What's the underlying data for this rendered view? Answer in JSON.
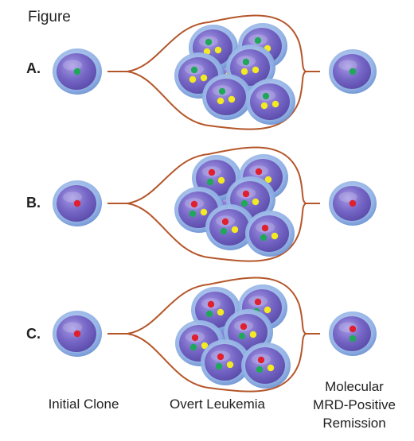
{
  "title": "Figure",
  "rows": [
    {
      "label": "A.",
      "initial": [
        "green"
      ],
      "leukemia": [
        [
          "green",
          "yellow",
          "yellow"
        ],
        [
          "green",
          "yellow",
          "yellow"
        ],
        [
          "green",
          "yellow",
          "yellow"
        ],
        [
          "green",
          "yellow",
          "yellow"
        ],
        [
          "green",
          "yellow",
          "yellow"
        ],
        [
          "green",
          "yellow",
          "yellow"
        ],
        [
          "green",
          "yellow",
          "yellow"
        ]
      ],
      "remission": [
        "green"
      ]
    },
    {
      "label": "B.",
      "initial": [
        "red"
      ],
      "leukemia": [
        [
          "red",
          "green",
          "yellow"
        ],
        [
          "red",
          "green",
          "yellow"
        ],
        [
          "red",
          "green",
          "yellow"
        ],
        [
          "red",
          "green",
          "yellow"
        ],
        [
          "red",
          "green",
          "yellow"
        ],
        [
          "red",
          "green",
          "yellow"
        ],
        [
          "red",
          "green",
          "yellow"
        ]
      ],
      "remission": [
        "red"
      ]
    },
    {
      "label": "C.",
      "initial": [
        "red"
      ],
      "leukemia": [
        [
          "red",
          "green",
          "yellow"
        ],
        [
          "red",
          "green",
          "yellow"
        ],
        [
          "red",
          "green",
          "yellow"
        ],
        [
          "red",
          "green",
          "yellow"
        ],
        [
          "red",
          "green",
          "yellow"
        ],
        [
          "red",
          "green",
          "yellow"
        ],
        [
          "red",
          "green",
          "yellow"
        ]
      ],
      "remission": [
        "red",
        "green"
      ]
    }
  ],
  "columns": {
    "initial": "Initial Clone",
    "leukemia": "Overt Leukemia",
    "remission_line1": "Molecular",
    "remission_line2": "MRD-Positive",
    "remission_line3": "Remission"
  },
  "colors": {
    "outline": "#b5562a",
    "cell_body": "#7868c8",
    "cell_halo": "#98b4e6",
    "green": "#1fa85a",
    "yellow": "#f3ea22",
    "red": "#e0202e"
  }
}
